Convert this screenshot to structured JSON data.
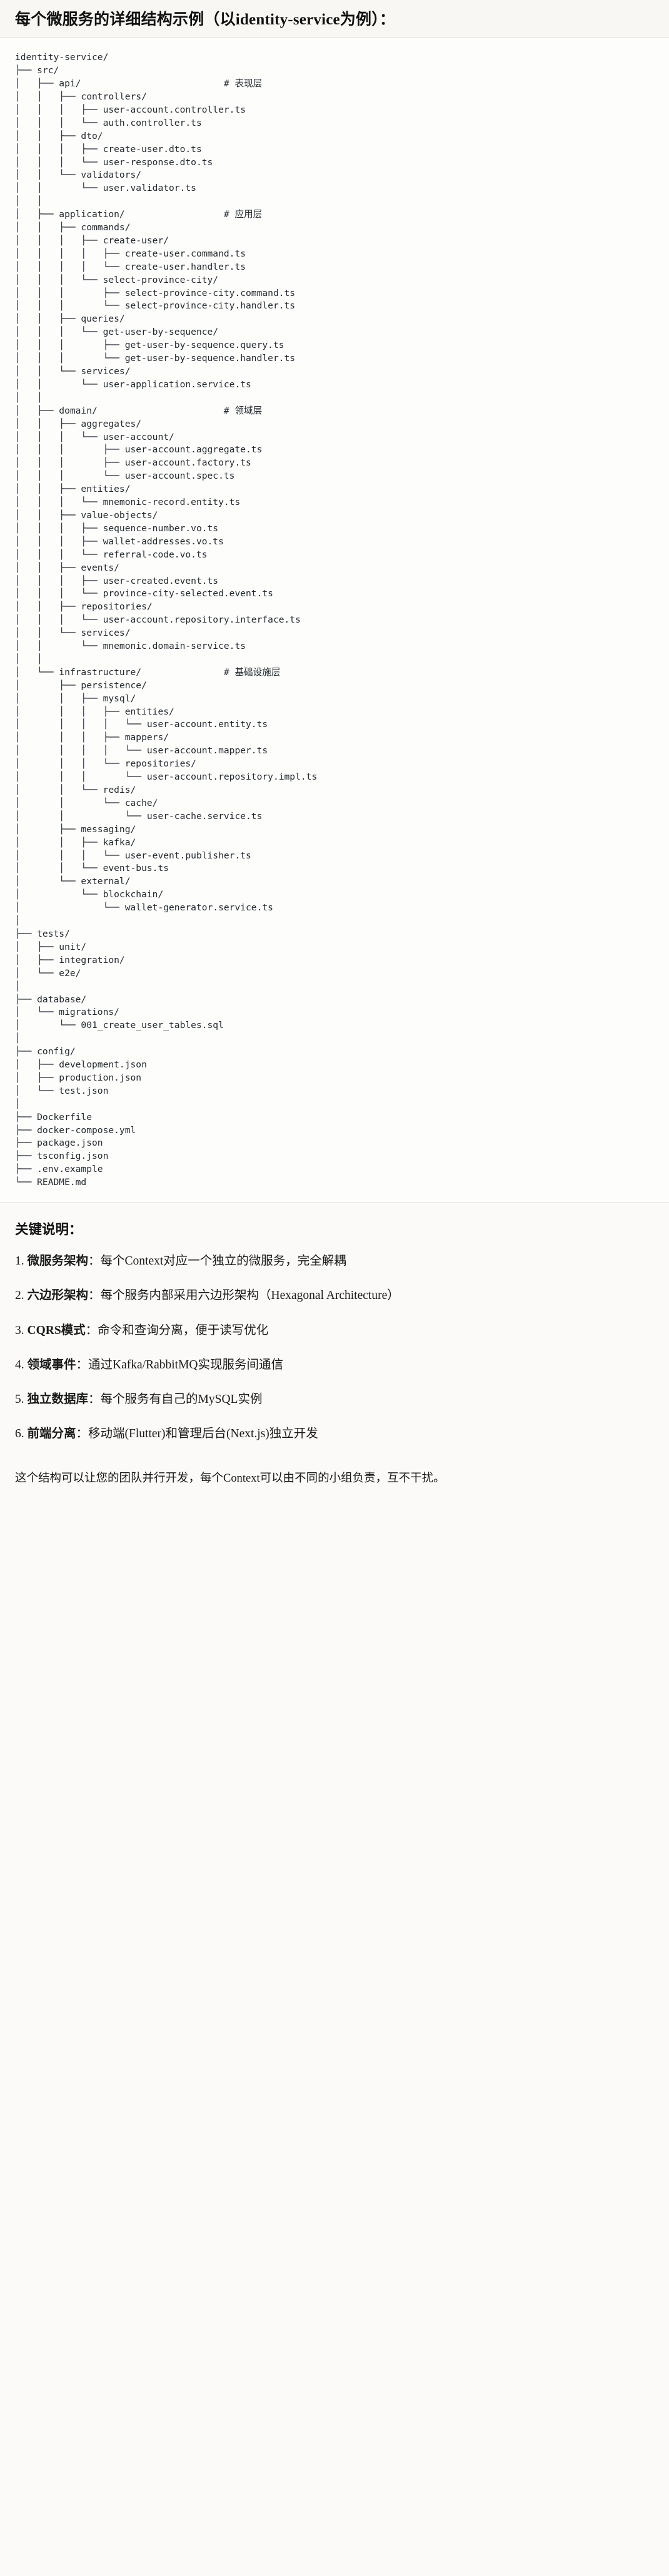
{
  "header": {
    "title": "每个微服务的详细结构示例（以identity-service为例）："
  },
  "tree": {
    "root": "identity-service/",
    "text": "identity-service/\n├── src/\n│   ├── api/                          # 表现层\n│   │   ├── controllers/\n│   │   │   ├── user-account.controller.ts\n│   │   │   └── auth.controller.ts\n│   │   ├── dto/\n│   │   │   ├── create-user.dto.ts\n│   │   │   └── user-response.dto.ts\n│   │   └── validators/\n│   │       └── user.validator.ts\n│   │\n│   ├── application/                  # 应用层\n│   │   ├── commands/\n│   │   │   ├── create-user/\n│   │   │   │   ├── create-user.command.ts\n│   │   │   │   └── create-user.handler.ts\n│   │   │   └── select-province-city/\n│   │   │       ├── select-province-city.command.ts\n│   │   │       └── select-province-city.handler.ts\n│   │   ├── queries/\n│   │   │   └── get-user-by-sequence/\n│   │   │       ├── get-user-by-sequence.query.ts\n│   │   │       └── get-user-by-sequence.handler.ts\n│   │   └── services/\n│   │       └── user-application.service.ts\n│   │\n│   ├── domain/                       # 领域层\n│   │   ├── aggregates/\n│   │   │   └── user-account/\n│   │   │       ├── user-account.aggregate.ts\n│   │   │       ├── user-account.factory.ts\n│   │   │       └── user-account.spec.ts\n│   │   ├── entities/\n│   │   │   └── mnemonic-record.entity.ts\n│   │   ├── value-objects/\n│   │   │   ├── sequence-number.vo.ts\n│   │   │   ├── wallet-addresses.vo.ts\n│   │   │   └── referral-code.vo.ts\n│   │   ├── events/\n│   │   │   ├── user-created.event.ts\n│   │   │   └── province-city-selected.event.ts\n│   │   ├── repositories/\n│   │   │   └── user-account.repository.interface.ts\n│   │   └── services/\n│   │       └── mnemonic.domain-service.ts\n│   │\n│   └── infrastructure/               # 基础设施层\n│       ├── persistence/\n│       │   ├── mysql/\n│       │   │   ├── entities/\n│       │   │   │   └── user-account.entity.ts\n│       │   │   ├── mappers/\n│       │   │   │   └── user-account.mapper.ts\n│       │   │   └── repositories/\n│       │   │       └── user-account.repository.impl.ts\n│       │   └── redis/\n│       │       └── cache/\n│       │           └── user-cache.service.ts\n│       ├── messaging/\n│       │   ├── kafka/\n│       │   │   └── user-event.publisher.ts\n│       │   └── event-bus.ts\n│       └── external/\n│           └── blockchain/\n│               └── wallet-generator.service.ts\n│\n├── tests/\n│   ├── unit/\n│   ├── integration/\n│   └── e2e/\n│\n├── database/\n│   └── migrations/\n│       └── 001_create_user_tables.sql\n│\n├── config/\n│   ├── development.json\n│   ├── production.json\n│   └── test.json\n│\n├── Dockerfile\n├── docker-compose.yml\n├── package.json\n├── tsconfig.json\n├── .env.example\n└── README.md",
    "layer_comments": [
      "# 表现层",
      "# 应用层",
      "# 领域层",
      "# 基础设施层"
    ]
  },
  "keypoints": {
    "title": "关键说明：",
    "items": [
      {
        "term": "微服务架构",
        "desc": "：每个Context对应一个独立的微服务，完全解耦"
      },
      {
        "term": "六边形架构",
        "desc": "：每个服务内部采用六边形架构（Hexagonal Architecture）"
      },
      {
        "term": "CQRS模式",
        "desc": "：命令和查询分离，便于读写优化"
      },
      {
        "term": "领域事件",
        "desc": "：通过Kafka/RabbitMQ实现服务间通信"
      },
      {
        "term": "独立数据库",
        "desc": "：每个服务有自己的MySQL实例"
      },
      {
        "term": "前端分离",
        "desc": "：移动端(Flutter)和管理后台(Next.js)独立开发"
      }
    ],
    "footer": "这个结构可以让您的团队并行开发，每个Context可以由不同的小组负责，互不干扰。"
  },
  "colors": {
    "page_bg": "#fbfaf8",
    "header_bg": "#f8f7f3",
    "code_bg": "#fdfdfc",
    "text": "#1a1a1a",
    "code_text": "#24292e",
    "border": "#e3e1dc"
  }
}
